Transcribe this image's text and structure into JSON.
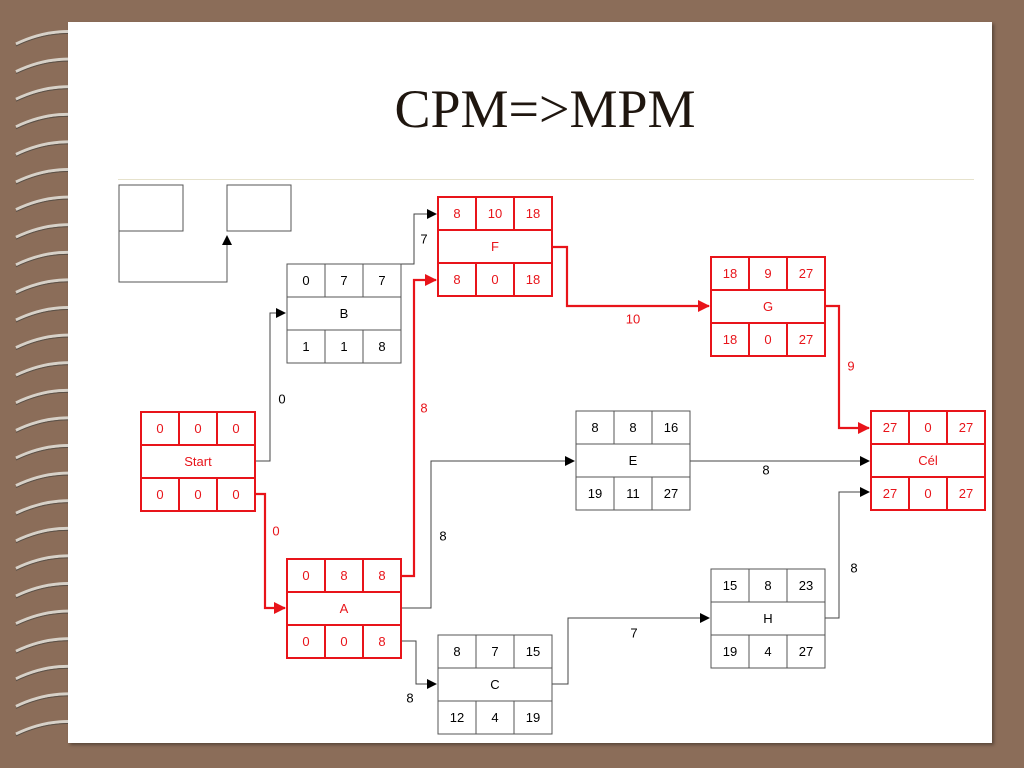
{
  "title": "CPM=>MPM",
  "colors": {
    "critical": "#e8141a",
    "normal": "#000000",
    "background": "#8b6d59",
    "sheet": "#ffffff"
  },
  "legend": {
    "boxes": 2,
    "icon": "legend-arrow-icon"
  },
  "nodes": {
    "start": {
      "name": "Start",
      "top": [
        "0",
        "0",
        "0"
      ],
      "bottom": [
        "0",
        "0",
        "0"
      ],
      "critical": true
    },
    "b": {
      "name": "B",
      "top": [
        "0",
        "7",
        "7"
      ],
      "bottom": [
        "1",
        "1",
        "8"
      ],
      "critical": false
    },
    "f": {
      "name": "F",
      "top": [
        "8",
        "10",
        "18"
      ],
      "bottom": [
        "8",
        "0",
        "18"
      ],
      "critical": true
    },
    "g": {
      "name": "G",
      "top": [
        "18",
        "9",
        "27"
      ],
      "bottom": [
        "18",
        "0",
        "27"
      ],
      "critical": true
    },
    "e": {
      "name": "E",
      "top": [
        "8",
        "8",
        "16"
      ],
      "bottom": [
        "19",
        "11",
        "27"
      ],
      "critical": false
    },
    "cel": {
      "name": "Cél",
      "top": [
        "27",
        "0",
        "27"
      ],
      "bottom": [
        "27",
        "0",
        "27"
      ],
      "critical": true
    },
    "a": {
      "name": "A",
      "top": [
        "0",
        "8",
        "8"
      ],
      "bottom": [
        "0",
        "0",
        "8"
      ],
      "critical": true
    },
    "h": {
      "name": "H",
      "top": [
        "15",
        "8",
        "23"
      ],
      "bottom": [
        "19",
        "4",
        "27"
      ],
      "critical": false
    },
    "c": {
      "name": "C",
      "top": [
        "8",
        "7",
        "15"
      ],
      "bottom": [
        "12",
        "4",
        "19"
      ],
      "critical": false
    }
  },
  "edges": {
    "start_b": {
      "label": "0",
      "critical": false
    },
    "start_a": {
      "label": "0",
      "critical": true
    },
    "b_f": {
      "label": "7",
      "critical": false
    },
    "a_f": {
      "label": "8",
      "critical": true
    },
    "f_g": {
      "label": "10",
      "critical": true
    },
    "g_cel": {
      "label": "9",
      "critical": true
    },
    "a_e": {
      "label": "8",
      "critical": false
    },
    "e_cel": {
      "label": "8",
      "critical": false
    },
    "a_c": {
      "label": "8",
      "critical": false
    },
    "c_h": {
      "label": "7",
      "critical": false
    },
    "h_cel": {
      "label": "8",
      "critical": false
    }
  }
}
